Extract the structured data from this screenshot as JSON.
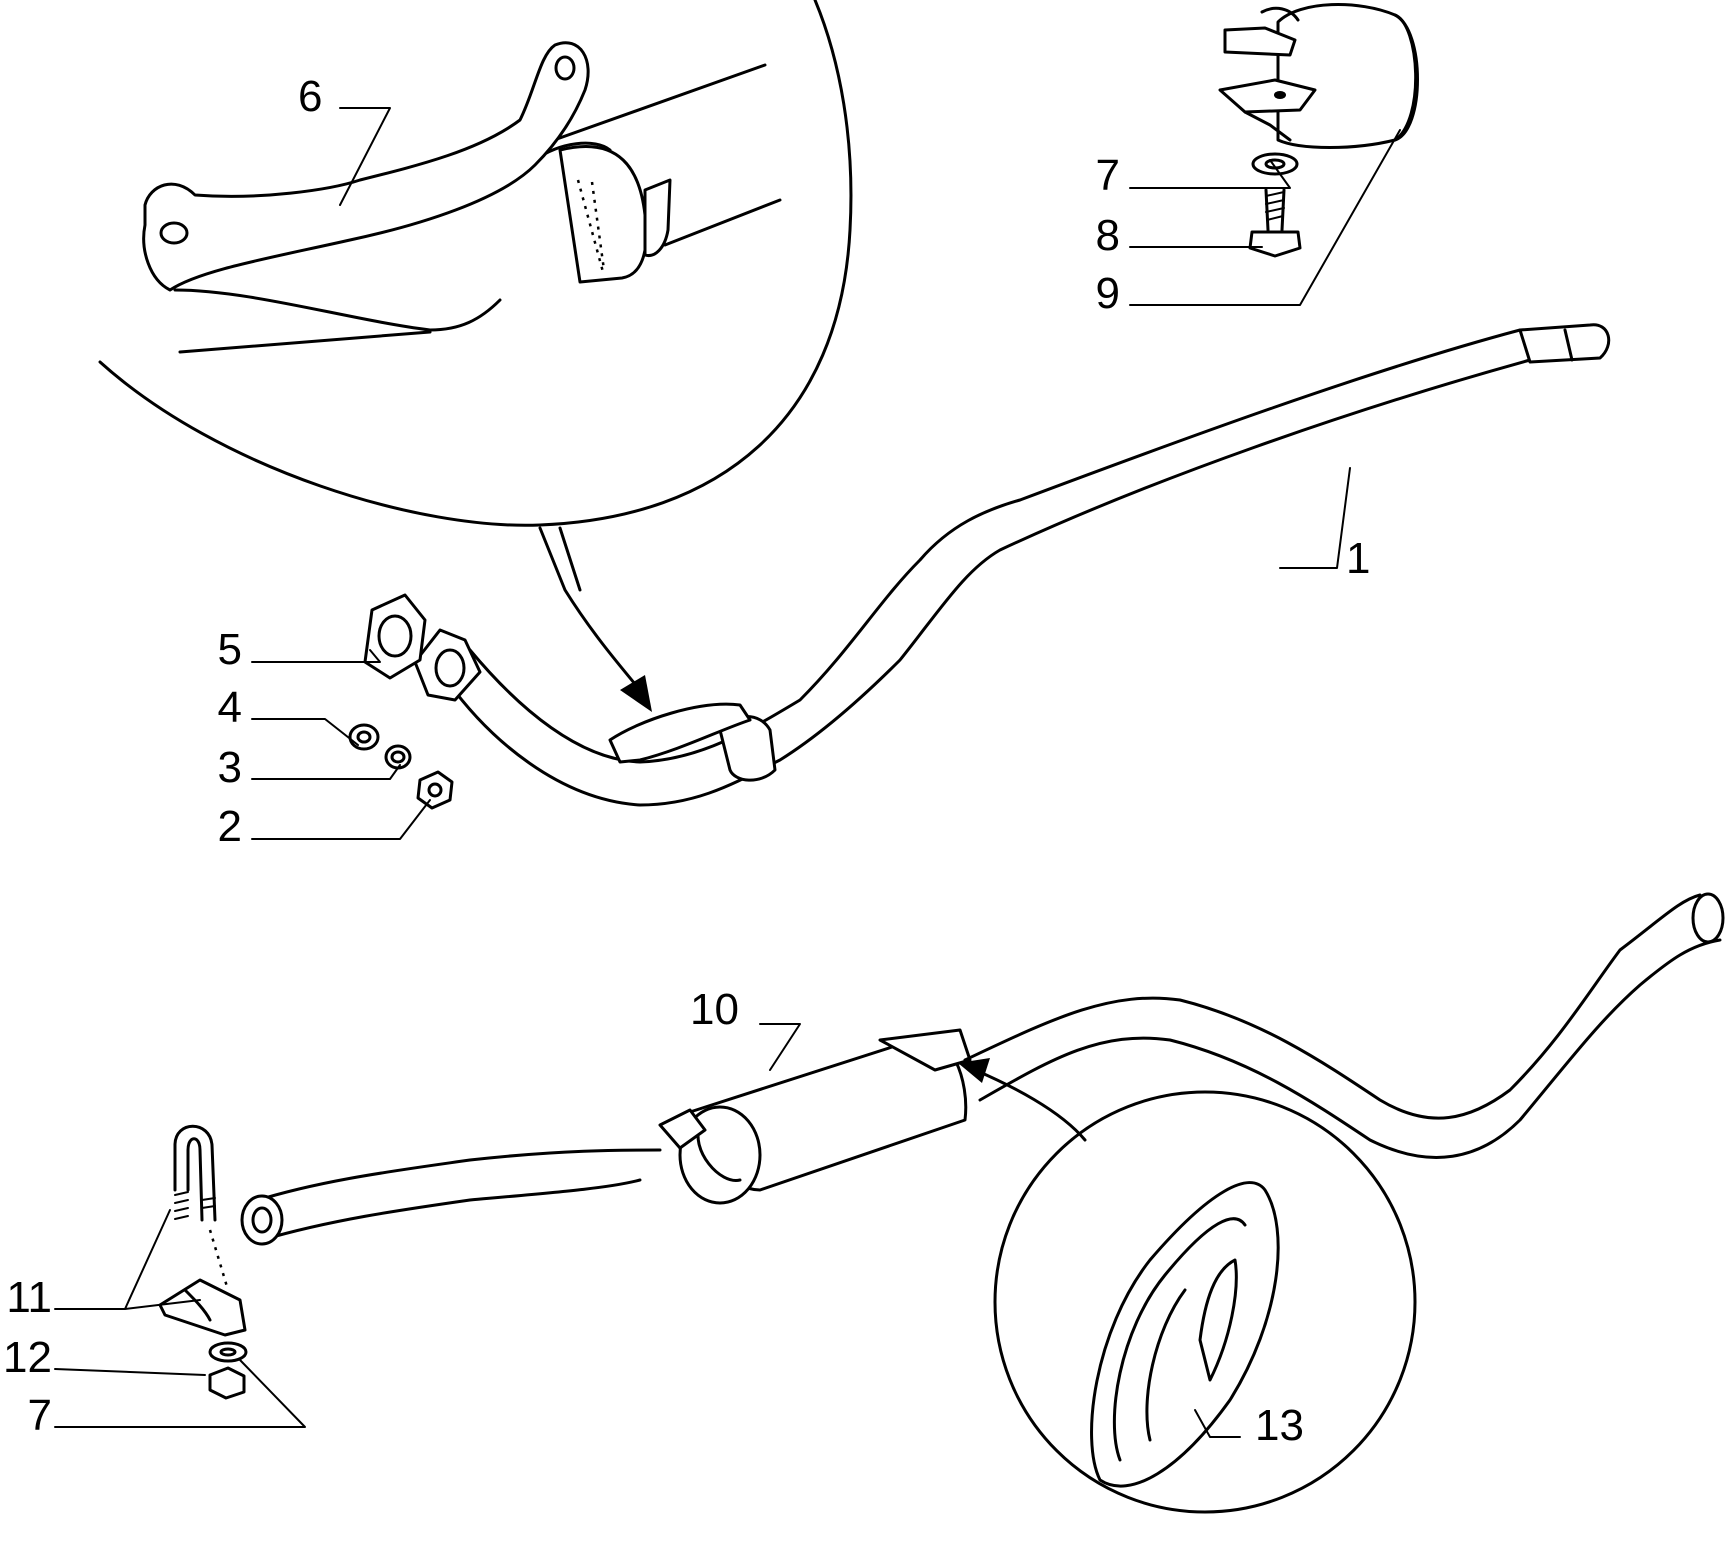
{
  "callouts": [
    {
      "id": "c1",
      "label": "1"
    },
    {
      "id": "c2",
      "label": "2"
    },
    {
      "id": "c3",
      "label": "3"
    },
    {
      "id": "c4",
      "label": "4"
    },
    {
      "id": "c5",
      "label": "5"
    },
    {
      "id": "c6",
      "label": "6"
    },
    {
      "id": "c7a",
      "label": "7"
    },
    {
      "id": "c8",
      "label": "8"
    },
    {
      "id": "c9",
      "label": "9"
    },
    {
      "id": "c10",
      "label": "10"
    },
    {
      "id": "c11",
      "label": "11"
    },
    {
      "id": "c12",
      "label": "12"
    },
    {
      "id": "c7b",
      "label": "7"
    },
    {
      "id": "c13",
      "label": "13"
    }
  ]
}
